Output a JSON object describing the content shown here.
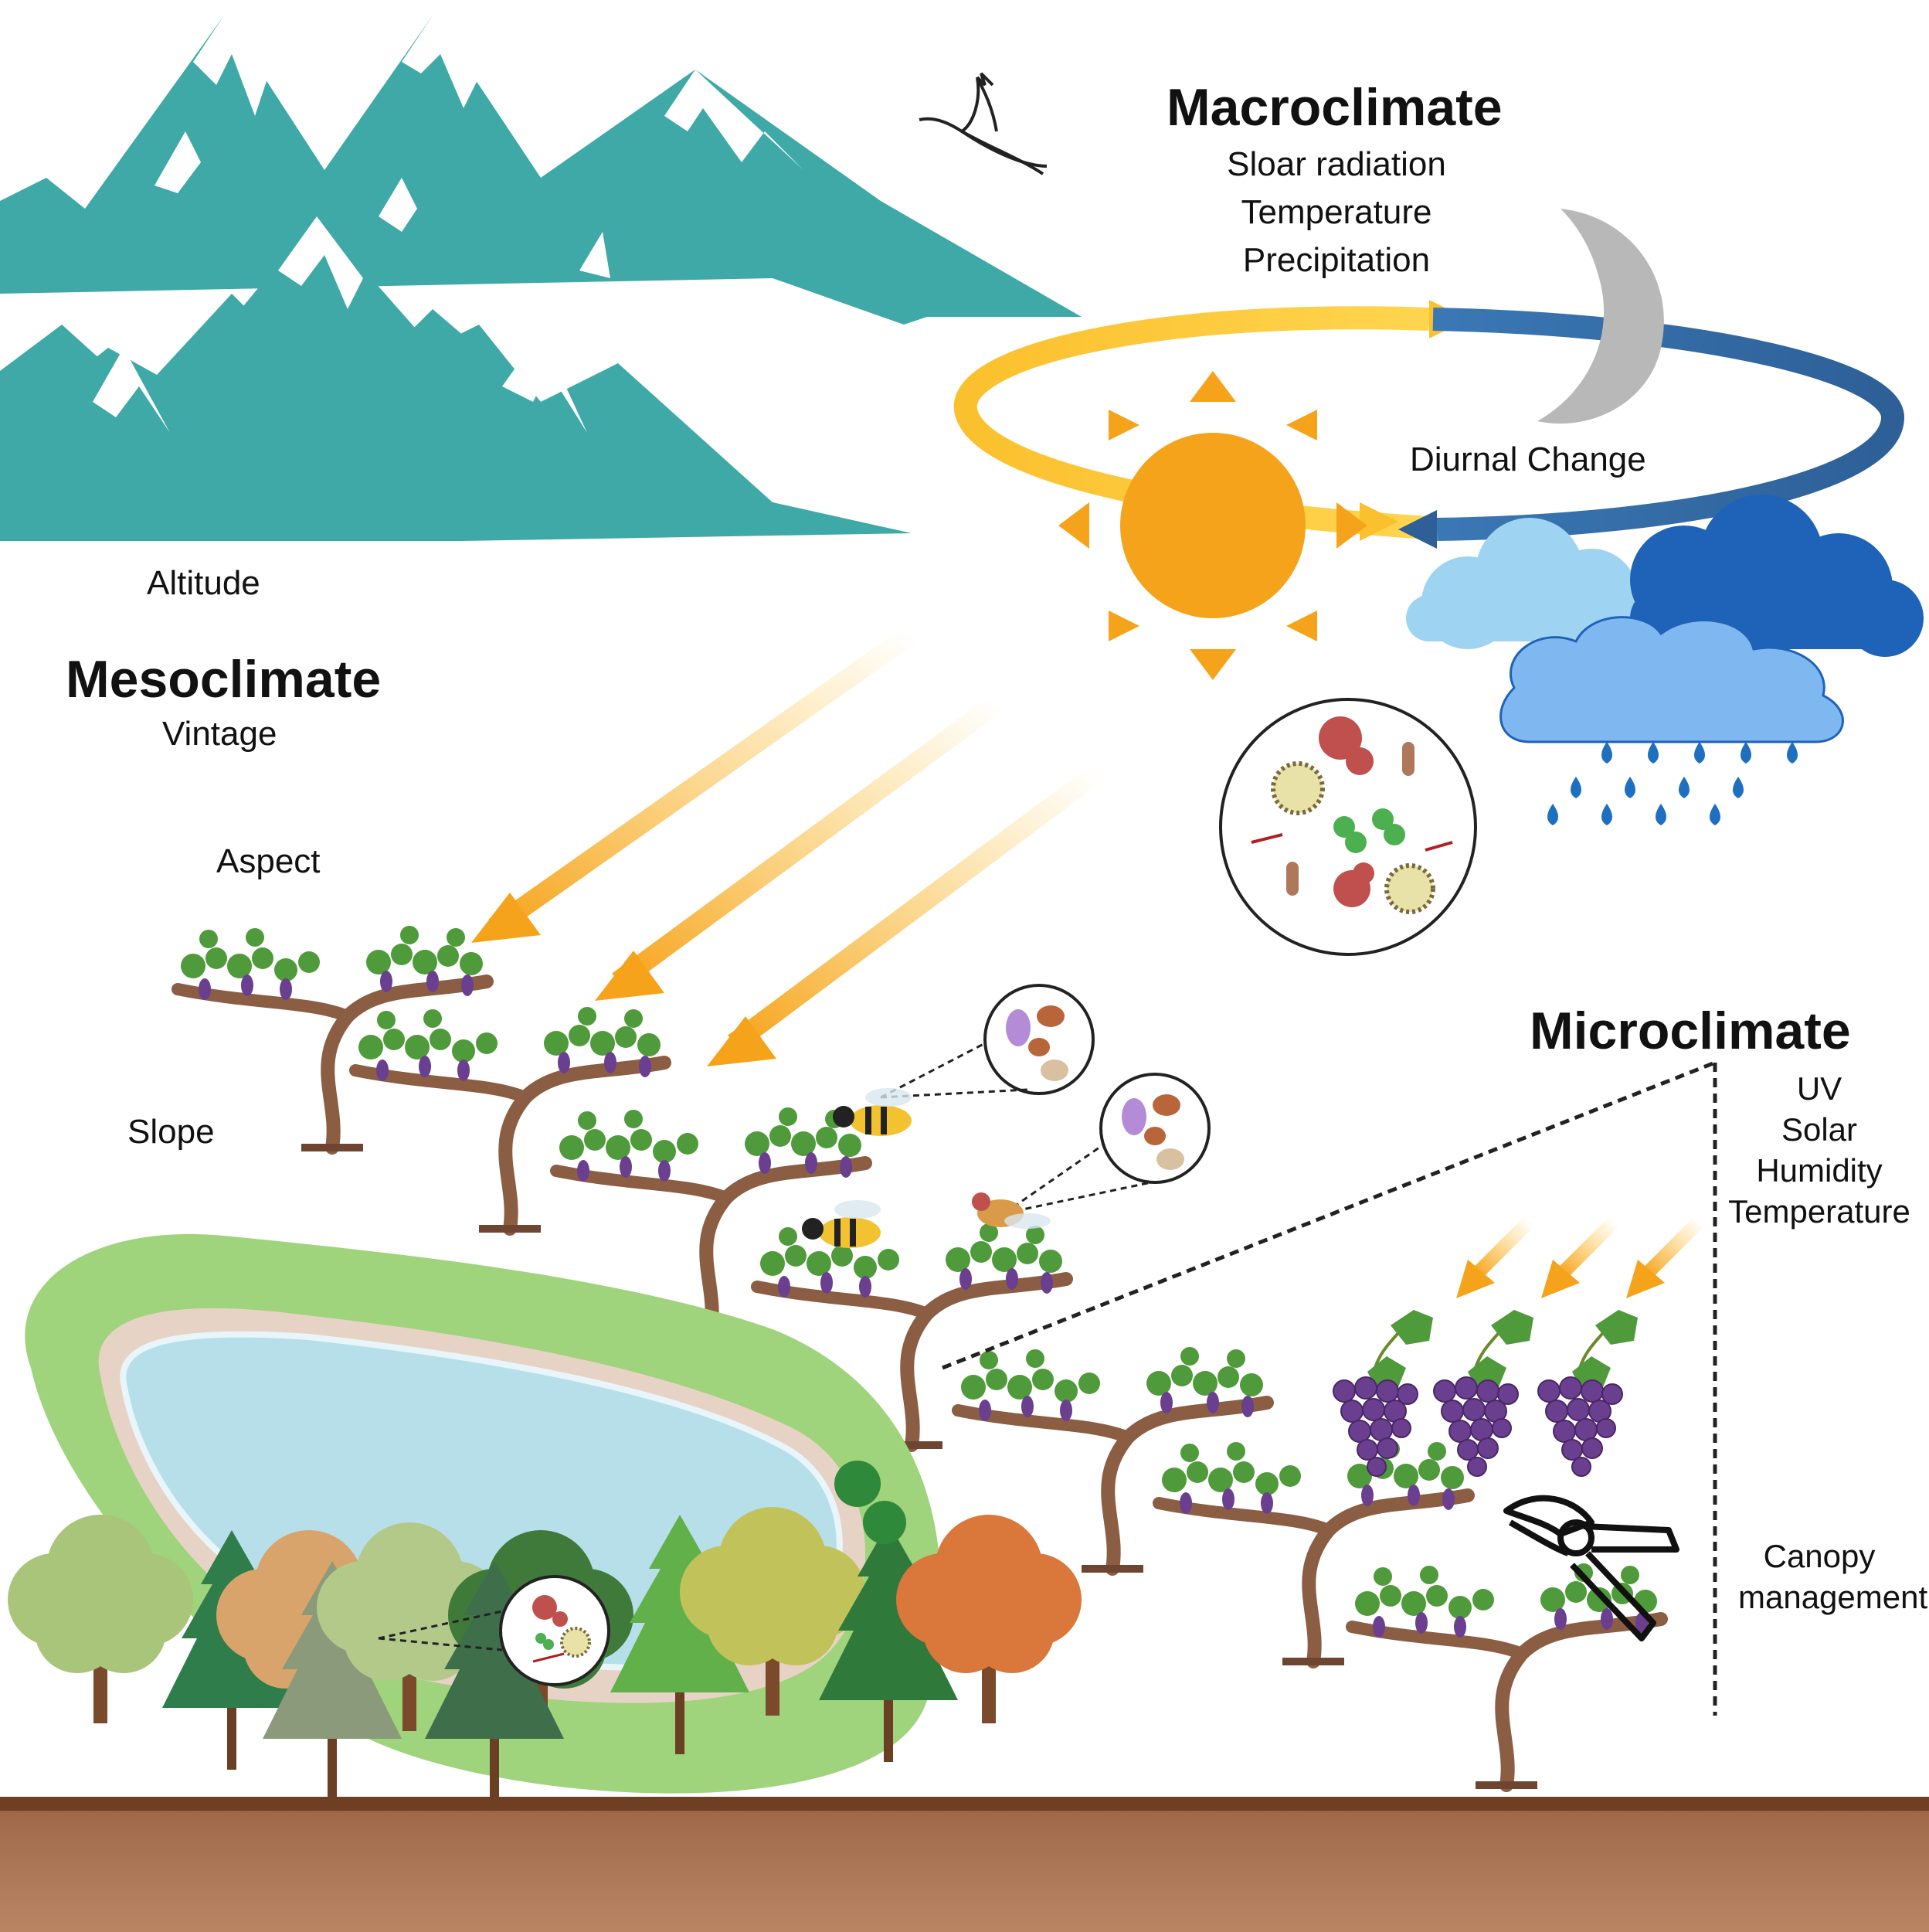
{
  "macroclimate": {
    "title": "Macroclimate",
    "factors": [
      "Sloar radiation",
      "Temperature",
      "Precipitation"
    ],
    "diurnal_label": "Diurnal Change"
  },
  "altitude_label": "Altitude",
  "mesoclimate": {
    "title": "Mesoclimate",
    "factors": [
      "Vintage"
    ],
    "aspect_label": "Aspect",
    "slope_label": "Slope"
  },
  "microclimate": {
    "title": "Microclimate",
    "factors": [
      "UV",
      "Solar",
      "Humidity",
      "Temperature"
    ],
    "canopy_label_line1": "Canopy",
    "canopy_label_line2": "management"
  },
  "colors": {
    "mountain": "#3fa9a8",
    "snow": "#ffffff",
    "sun": "#f6a31c",
    "sun_ray": "#f6a31c",
    "day_arrow": "#fbc02d",
    "night_arrow": "#3a78b5",
    "moon": "#b8b8b8",
    "cloud_light": "#9fd3f2",
    "cloud_dark": "#1f63b8",
    "cloud_mid": "#7fb8f0",
    "rain": "#1f6fc0",
    "lake": "#b7dfea",
    "lake_shore": "#e7d3c6",
    "grass": "#9fd37c",
    "soil": "#8a5a3c",
    "vine_trunk": "#8b5e44",
    "leaf": "#4f9a3a",
    "grape": "#6b3f8f"
  },
  "icons": [
    "mountain-icon",
    "bird-icon",
    "sun-icon",
    "moon-icon",
    "cloud-icon",
    "rain-icon",
    "microbe-circle-icon",
    "wasp-icon",
    "fruit-fly-icon",
    "grape-cluster-icon",
    "pruning-shears-icon",
    "tree-icon",
    "lake-icon",
    "grapevine-icon"
  ]
}
